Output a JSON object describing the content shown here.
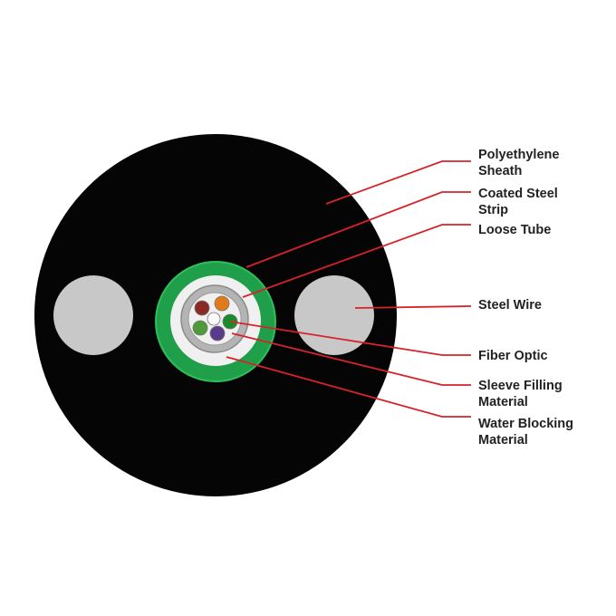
{
  "colors": {
    "background": "#ffffff",
    "sheath": "#050505",
    "steel_wire": "#c8c8c8",
    "steel_strip": "#1f9f4a",
    "steel_strip_inner": "#2fbf5a",
    "loose_tube": "#b4b4b4",
    "tube_inner": "#f0f0f0",
    "leader_line": "#d6232a",
    "label_text": "#222222"
  },
  "fibers": [
    {
      "name": "fiber-brown",
      "color": "#8b2a25"
    },
    {
      "name": "fiber-orange",
      "color": "#e07a1a"
    },
    {
      "name": "fiber-green",
      "color": "#1a8a2a"
    },
    {
      "name": "fiber-blue",
      "color": "#5a3a8a"
    },
    {
      "name": "fiber-olive",
      "color": "#4f9a3a"
    },
    {
      "name": "fiber-white",
      "color": "#fafafa"
    }
  ],
  "labels": [
    {
      "id": "polyethylene-sheath",
      "lines": [
        "Polyethylene",
        "Sheath"
      ]
    },
    {
      "id": "coated-steel-strip",
      "lines": [
        "Coated Steel",
        "Strip"
      ]
    },
    {
      "id": "loose-tube",
      "lines": [
        "Loose Tube"
      ]
    },
    {
      "id": "steel-wire",
      "lines": [
        "Steel Wire"
      ]
    },
    {
      "id": "fiber-optic",
      "lines": [
        "Fiber Optic"
      ]
    },
    {
      "id": "sleeve-filling-material",
      "lines": [
        "Sleeve Filling",
        "Material"
      ]
    },
    {
      "id": "water-blocking-material",
      "lines": [
        "Water Blocking",
        "Material"
      ]
    }
  ]
}
